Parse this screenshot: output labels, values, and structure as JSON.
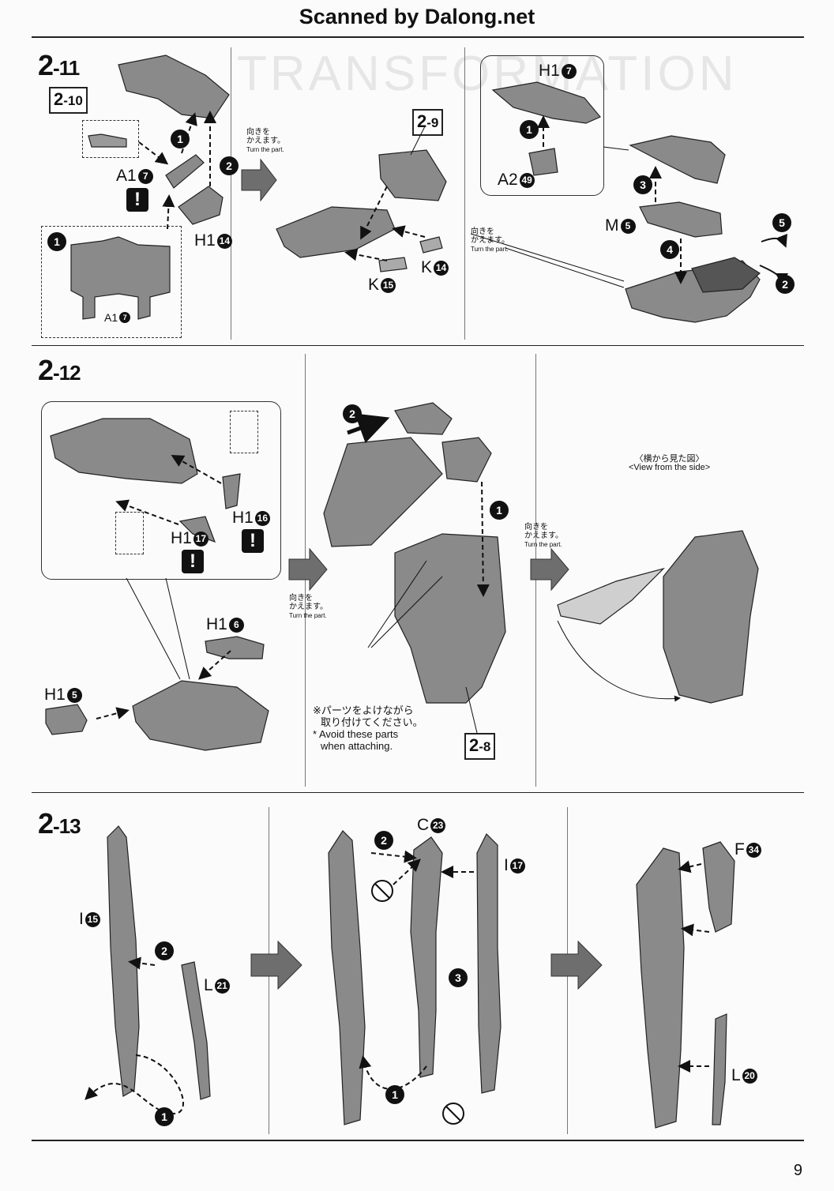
{
  "header": {
    "scan_credit": "Scanned by Dalong.net"
  },
  "bg_text": "TRANSFORMATION",
  "steps": {
    "s2_11": {
      "major": "2",
      "minor": "-11"
    },
    "s2_12": {
      "major": "2",
      "minor": "-12"
    },
    "s2_13": {
      "major": "2",
      "minor": "-13"
    }
  },
  "refs": {
    "r2_10": {
      "major": "2",
      "minor": "-10"
    },
    "r2_9": {
      "major": "2",
      "minor": "-9"
    },
    "r2_8": {
      "major": "2",
      "minor": "-8"
    }
  },
  "parts": {
    "a1_7_top": {
      "letter": "A1",
      "num": "7"
    },
    "a1_7_inset": {
      "letter": "A1",
      "num": "7"
    },
    "h1_14": {
      "letter": "H1",
      "num": "14"
    },
    "k_15": {
      "letter": "K",
      "num": "15"
    },
    "k_14": {
      "letter": "K",
      "num": "14"
    },
    "h1_7": {
      "letter": "H1",
      "num": "7"
    },
    "a2_49": {
      "letter": "A2",
      "num": "49"
    },
    "m_5": {
      "letter": "M",
      "num": "5"
    },
    "h1_16": {
      "letter": "H1",
      "num": "16"
    },
    "h1_17": {
      "letter": "H1",
      "num": "17"
    },
    "h1_6": {
      "letter": "H1",
      "num": "6"
    },
    "h1_5": {
      "letter": "H1",
      "num": "5"
    },
    "c_23": {
      "letter": "C",
      "num": "23"
    },
    "i_15": {
      "letter": "I",
      "num": "15"
    },
    "l_21": {
      "letter": "L",
      "num": "21"
    },
    "i_17": {
      "letter": "I",
      "num": "17"
    },
    "f_34": {
      "letter": "F",
      "num": "34"
    },
    "l_20": {
      "letter": "L",
      "num": "20"
    }
  },
  "turn_note": {
    "jp_line1": "向きを",
    "jp_line2": "かえます。",
    "en": "Turn the part."
  },
  "side_view": {
    "jp": "〈横から見た図〉",
    "en": "<View from the side>"
  },
  "avoid_note": {
    "jp_line1": "※パーツをよけながら",
    "jp_line2": "取り付けてください。",
    "en_line1": "* Avoid these parts",
    "en_line2": "when attaching."
  },
  "warning_mark": "!",
  "step_markers": [
    "1",
    "2",
    "3",
    "4",
    "5"
  ],
  "page_number": "9",
  "colors": {
    "ink": "#111111",
    "part_fill": "#8a8a8a",
    "part_dark": "#6e6e6e",
    "paper": "#fbfbfb"
  }
}
